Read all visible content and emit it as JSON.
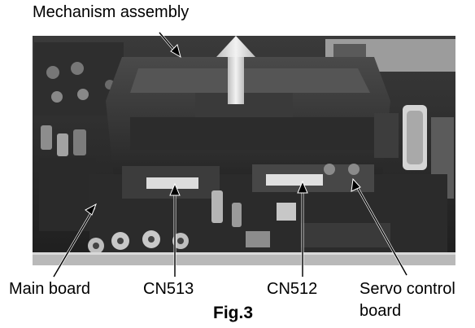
{
  "labels": {
    "mechanism": "Mechanism assembly",
    "main_board": "Main board",
    "cn513": "CN513",
    "cn512": "CN512",
    "servo_line1": "Servo control",
    "servo_line2": "board"
  },
  "caption": "Fig.3"
}
